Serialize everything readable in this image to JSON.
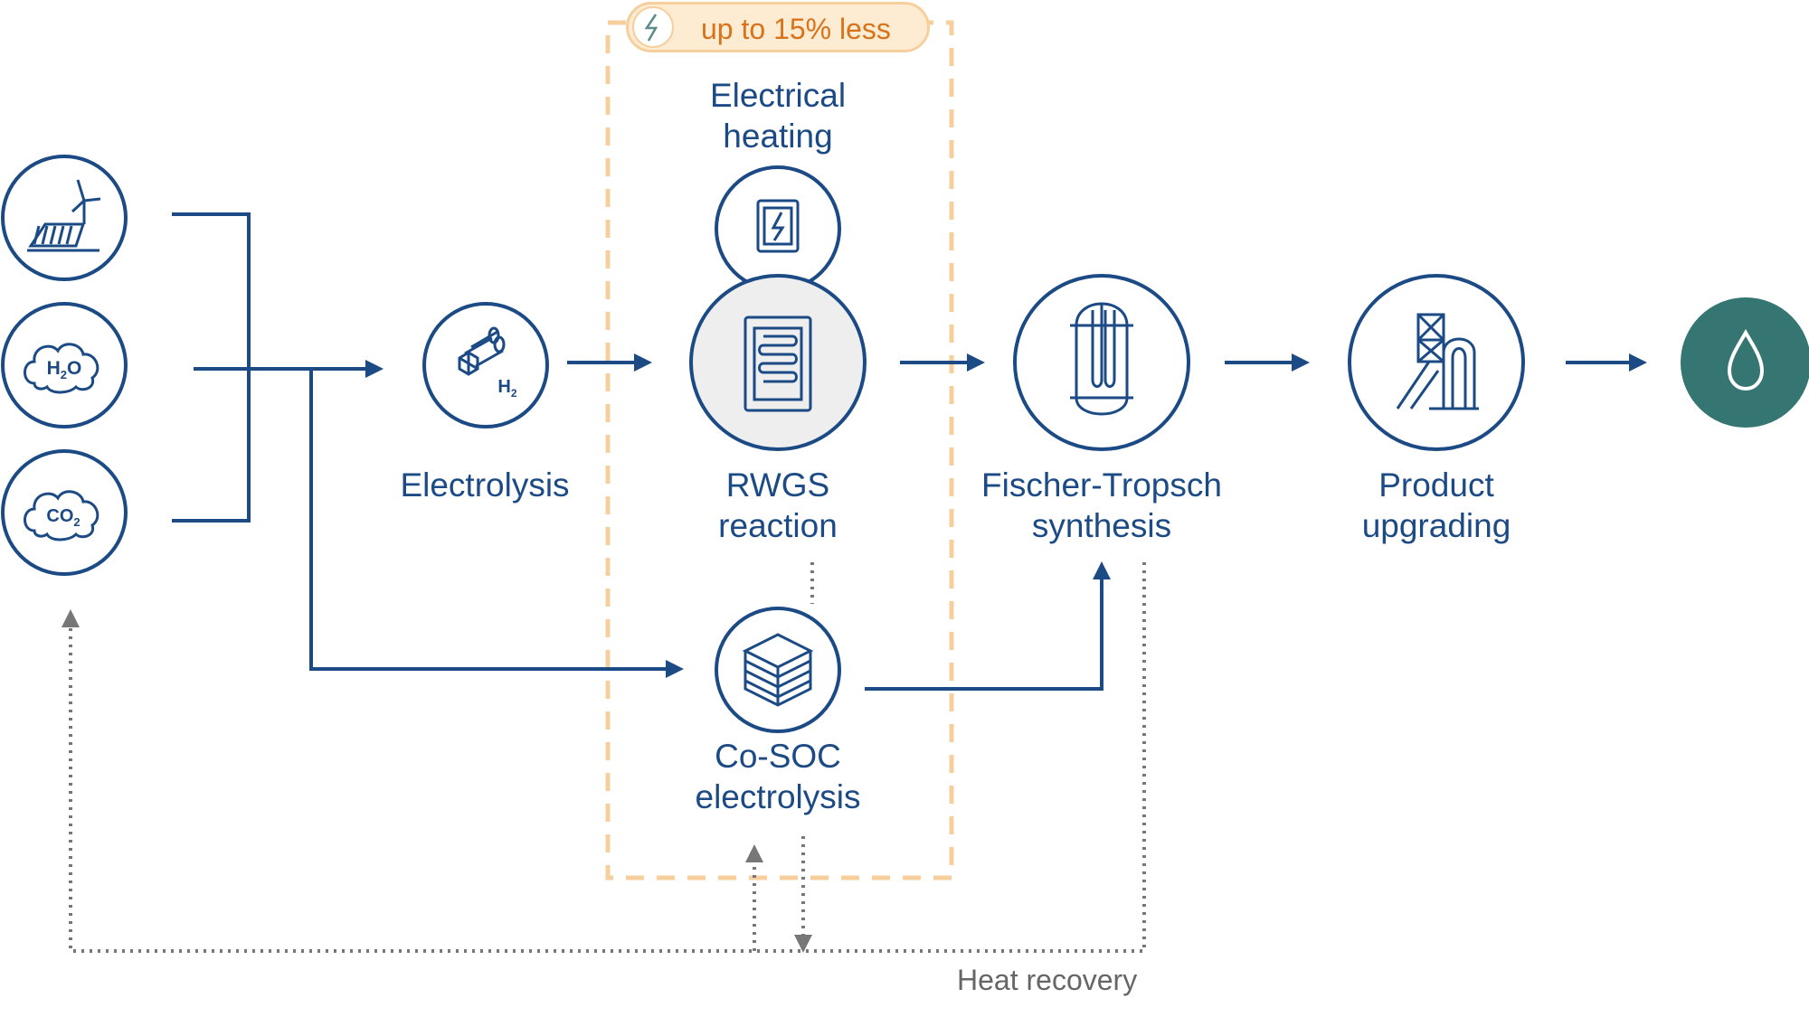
{
  "nodes": {
    "renewables": {
      "icon": "wind-solar-icon"
    },
    "h2o": {
      "icon": "h2o-cloud-icon",
      "formula_main": "H",
      "formula_sub": "2",
      "formula_end": "O"
    },
    "co2": {
      "icon": "co2-cloud-icon",
      "formula_main": "CO",
      "formula_sub": "2"
    },
    "electrolysis": {
      "label": "Electrolysis",
      "icon": "electrolyzer-icon",
      "h2_main": "H",
      "h2_sub": "2"
    },
    "electrical_heating": {
      "line1": "Electrical",
      "line2": "heating",
      "icon": "electric-heater-icon"
    },
    "rwgs": {
      "line1": "RWGS",
      "line2": "reaction",
      "icon": "reactor-coil-icon"
    },
    "co_soc": {
      "line1": "Co-SOC",
      "line2": "electrolysis",
      "icon": "cell-stack-icon"
    },
    "fischer_tropsch": {
      "line1": "Fischer-Tropsch",
      "line2": "synthesis",
      "icon": "ft-reactor-icon"
    },
    "product_upgrading": {
      "line1": "Product",
      "line2": "upgrading",
      "icon": "refinery-icon"
    },
    "product": {
      "icon": "fuel-drop-icon"
    }
  },
  "badge": {
    "text": "up to 15% less",
    "icon": "lightning-icon"
  },
  "heat_recovery": {
    "label": "Heat recovery"
  },
  "colors": {
    "primary": "#1b4a85",
    "accent_orange": "#f6cf9d",
    "badge_text": "#d7731b",
    "dotted_gray": "#777777",
    "product_teal": "#357572"
  }
}
